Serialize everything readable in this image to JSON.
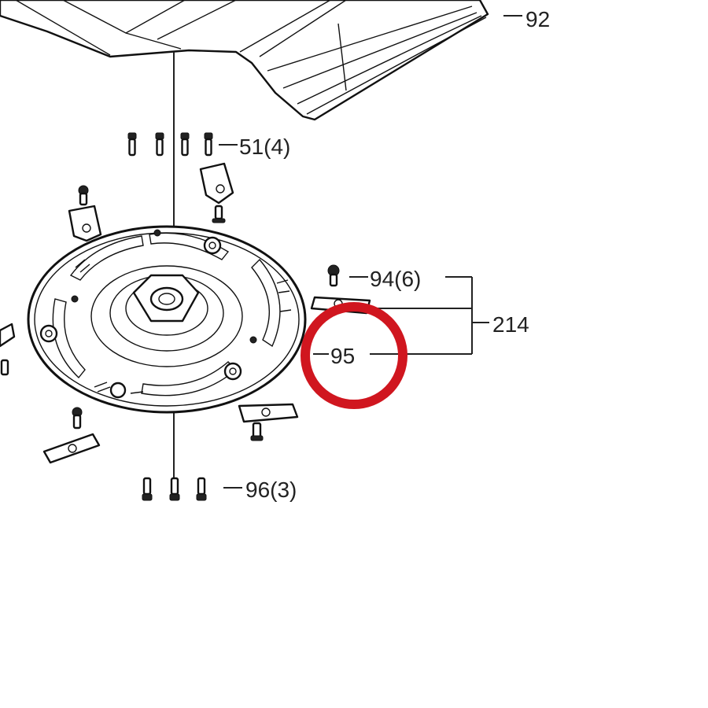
{
  "callouts": {
    "c92": "92",
    "c51": "51(4)",
    "c94": "94(6)",
    "c214": "214",
    "c95": "95",
    "c96": "96(3)"
  },
  "highlight": {
    "color": "#d0161f",
    "target": "95"
  }
}
